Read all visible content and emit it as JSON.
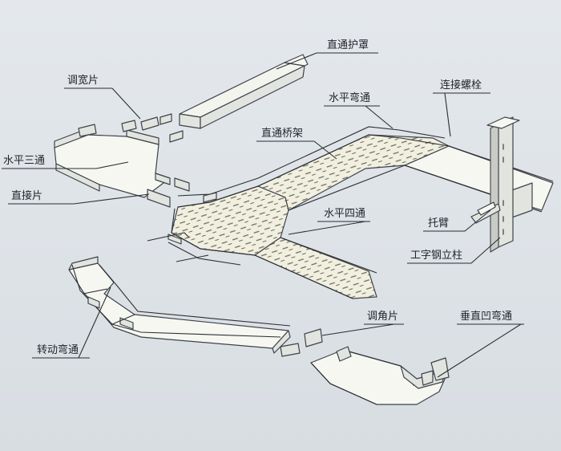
{
  "labels": {
    "straight_cover": "直通护罩",
    "width_adjust_plate": "调宽片",
    "connection_bolt": "连接螺栓",
    "horizontal_elbow": "水平弯通",
    "straight_tray": "直通桥架",
    "horizontal_tee": "水平三通",
    "straight_connector": "直接片",
    "horizontal_cross": "水平四通",
    "support_arm": "托臂",
    "i_beam_column": "工字钢立柱",
    "angle_adjust_plate": "调角片",
    "vertical_concave_elbow": "垂直凹弯通",
    "rotating_elbow": "转动弯通"
  }
}
